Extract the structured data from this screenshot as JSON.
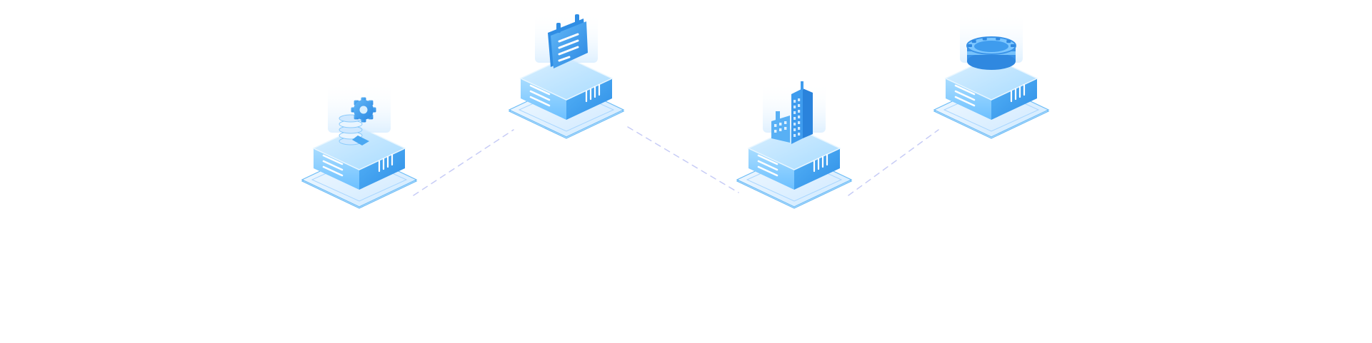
{
  "diagram": {
    "nodes": [
      {
        "id": "data-config",
        "icon": "database-gear-icon"
      },
      {
        "id": "document",
        "icon": "document-clipboard-icon"
      },
      {
        "id": "enterprise",
        "icon": "office-building-icon"
      },
      {
        "id": "storage",
        "icon": "storage-ring-icon"
      }
    ],
    "connectors": [
      {
        "from": "data-config",
        "to": "document"
      },
      {
        "from": "document",
        "to": "enterprise"
      },
      {
        "from": "enterprise",
        "to": "storage"
      }
    ]
  },
  "colors": {
    "background": "#ffffff",
    "connector": "#c7ccf6",
    "platform_top": "#bfe3ff",
    "platform_left": "#8fd0ff",
    "platform_right": "#3d9ff0",
    "base_top": "#e4f3ff",
    "base_outline": "#6ebdf6",
    "icon_primary": "#3a9ef0",
    "icon_light": "#9fd6ff",
    "glow": "#d6eeff"
  }
}
